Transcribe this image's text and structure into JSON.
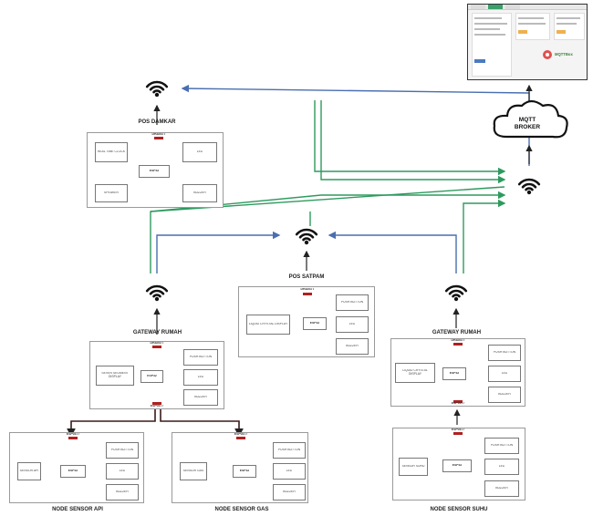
{
  "cloud_label": "MQTT\nBROKER",
  "mqtt_screenshot": {
    "brand": "MQTTBox"
  },
  "pos_damkar": {
    "title": "POS DAMKAR",
    "esp": "ESP32",
    "led": "LED",
    "buzzer": "BUZZER",
    "left_top": "REAL TIME CLOCK",
    "left_bottom": "SPEAKER",
    "pin": "DHA0477"
  },
  "pos_satpam": {
    "title": "POS SATPAM",
    "esp": "ESP32",
    "lcd": "LIQUID CRYSTAL DISPLAY",
    "push": "PUSH BUTTON",
    "led": "LED",
    "buzzer": "BUZZER",
    "pin": "DHA0477"
  },
  "gateway_left": {
    "title": "GATEWAY RUMAH",
    "esp": "ESP32",
    "display": "SEVEN SEGMENT DISPLAY",
    "push": "PUSH BUTTON",
    "led": "LED",
    "buzzer": "BUZZER",
    "pin_top": "DHA0477",
    "pin_bottom": "ESP0477"
  },
  "gateway_right": {
    "title": "GATEWAY RUMAH",
    "esp": "ESP32",
    "lcd": "LIQUID CRYSTAL DISPLAY",
    "push": "PUSH BUTTON",
    "led": "LED",
    "buzzer": "BUZZER",
    "pin_top": "DHA0477",
    "pin_bottom": "ESP0477"
  },
  "node_api": {
    "title": "NODE SENSOR API",
    "esp": "ESP32",
    "sensor": "SENSOR API",
    "push": "PUSH BUTTON",
    "led": "LED",
    "buzzer": "BUZZER",
    "pin": "ESP0477"
  },
  "node_gas": {
    "title": "NODE SENSOR GAS",
    "esp": "ESP32",
    "sensor": "SENSOR GAS",
    "push": "PUSH BUTTON",
    "led": "LED",
    "buzzer": "BUZZER",
    "pin": "ESP0477"
  },
  "node_suhu": {
    "title": "NODE SENSOR SUHU",
    "esp": "ESP32",
    "sensor": "SENSOR SUHU",
    "push": "PUSH BUTTON",
    "led": "LED",
    "buzzer": "BUZZER",
    "pin": "ESP0477"
  },
  "colors": {
    "green": "#2e9a5e",
    "blue": "#4a6fb0",
    "pin": "#b02020"
  }
}
